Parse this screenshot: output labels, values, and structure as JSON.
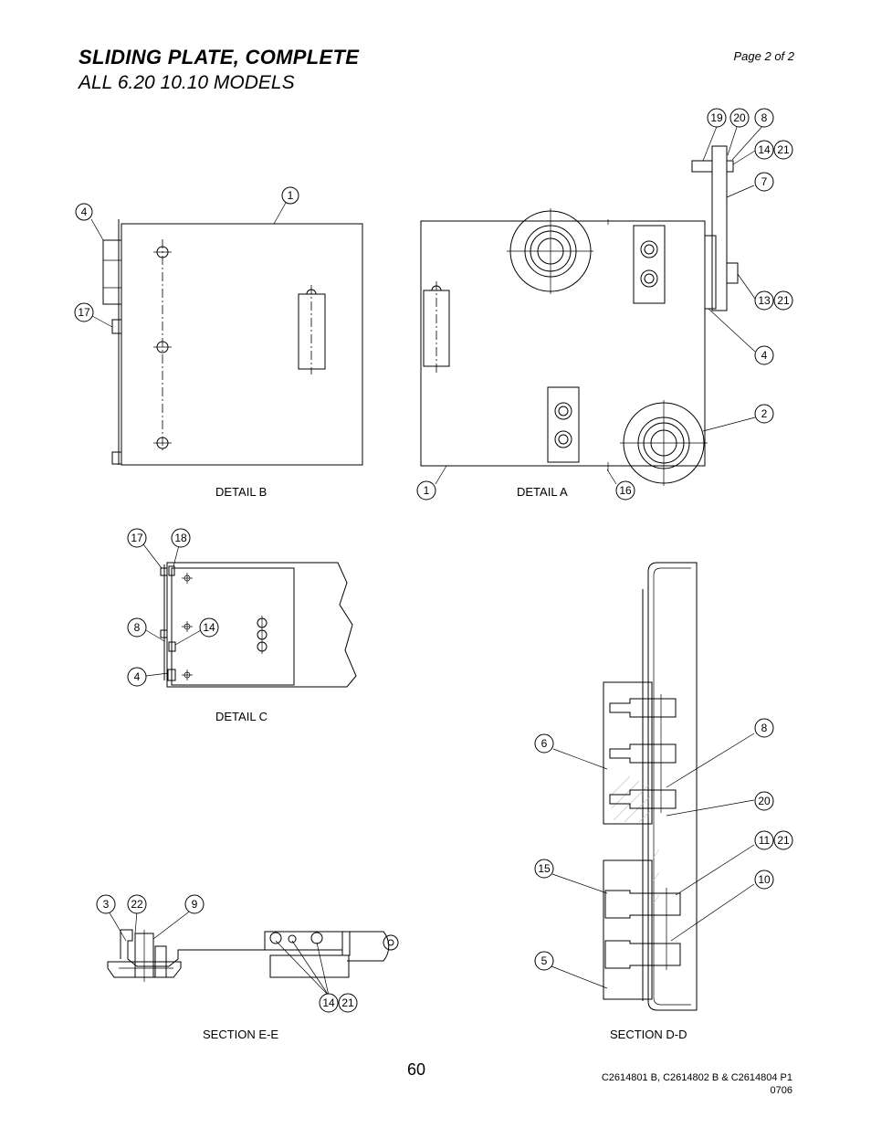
{
  "header": {
    "title": "SLIDING PLATE, COMPLETE",
    "subtitle": "ALL 6.20      10.10 MODELS",
    "page_of": "Page 2 of 2"
  },
  "captions": {
    "detail_b": "DETAIL B",
    "detail_a": "DETAIL A",
    "detail_c": "DETAIL C",
    "section_ee": "SECTION E-E",
    "section_dd": "SECTION D-D"
  },
  "footer": {
    "page_number": "60",
    "doc_code": "C2614801 B, C2614802 B & C2614804 P1",
    "doc_date": "0706"
  },
  "callouts": {
    "b_1": "1",
    "b_4": "4",
    "b_17": "17",
    "a_19": "19",
    "a_20": "20",
    "a_8": "8",
    "a_14": "14",
    "a_21a": "21",
    "a_7": "7",
    "a_13": "13",
    "a_21b": "21",
    "a_4": "4",
    "a_2": "2",
    "a_1": "1",
    "a_16": "16",
    "c_17": "17",
    "c_18": "18",
    "c_8": "8",
    "c_14": "14",
    "c_4": "4",
    "e_3": "3",
    "e_22": "22",
    "e_9": "9",
    "e_14": "14",
    "e_21": "21",
    "d_6": "6",
    "d_8": "8",
    "d_20": "20",
    "d_11": "11",
    "d_21": "21",
    "d_15": "15",
    "d_10": "10",
    "d_5": "5"
  }
}
